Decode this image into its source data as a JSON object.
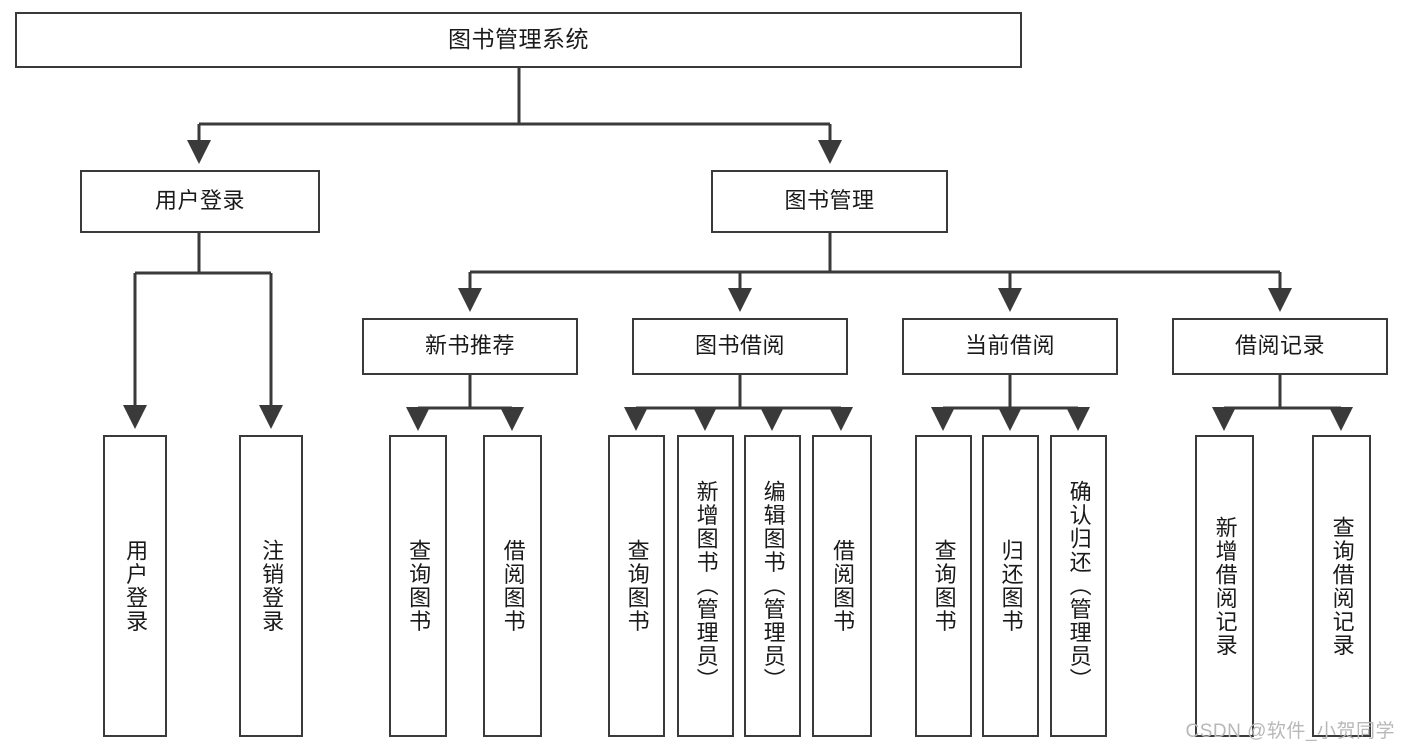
{
  "diagram": {
    "type": "tree-hierarchy",
    "title": "图书管理系统",
    "root": {
      "label": "图书管理系统"
    },
    "level2": [
      {
        "label": "用户登录"
      },
      {
        "label": "图书管理"
      }
    ],
    "level3": [
      {
        "label": "新书推荐"
      },
      {
        "label": "图书借阅"
      },
      {
        "label": "当前借阅"
      },
      {
        "label": "借阅记录"
      }
    ],
    "leaves": {
      "user_login": [
        {
          "label": "用户登录"
        },
        {
          "label": "注销登录"
        }
      ],
      "new_book_recommend": [
        {
          "label": "查询图书"
        },
        {
          "label": "借阅图书"
        }
      ],
      "book_borrow": [
        {
          "label": "查询图书"
        },
        {
          "label": "新增图书（管理员）"
        },
        {
          "label": "编辑图书（管理员）"
        },
        {
          "label": "借阅图书"
        }
      ],
      "current_borrow": [
        {
          "label": "查询图书"
        },
        {
          "label": "归还图书"
        },
        {
          "label": "确认归还（管理员）"
        }
      ],
      "borrow_record": [
        {
          "label": "新增借阅记录"
        },
        {
          "label": "查询借阅记录"
        }
      ]
    }
  },
  "watermark": {
    "text": "CSDN @软件_小贺同学"
  },
  "colors": {
    "stroke": "#3a3a3a",
    "text": "#1a1a1a",
    "background": "#ffffff",
    "watermark": "#b8b8b8"
  }
}
